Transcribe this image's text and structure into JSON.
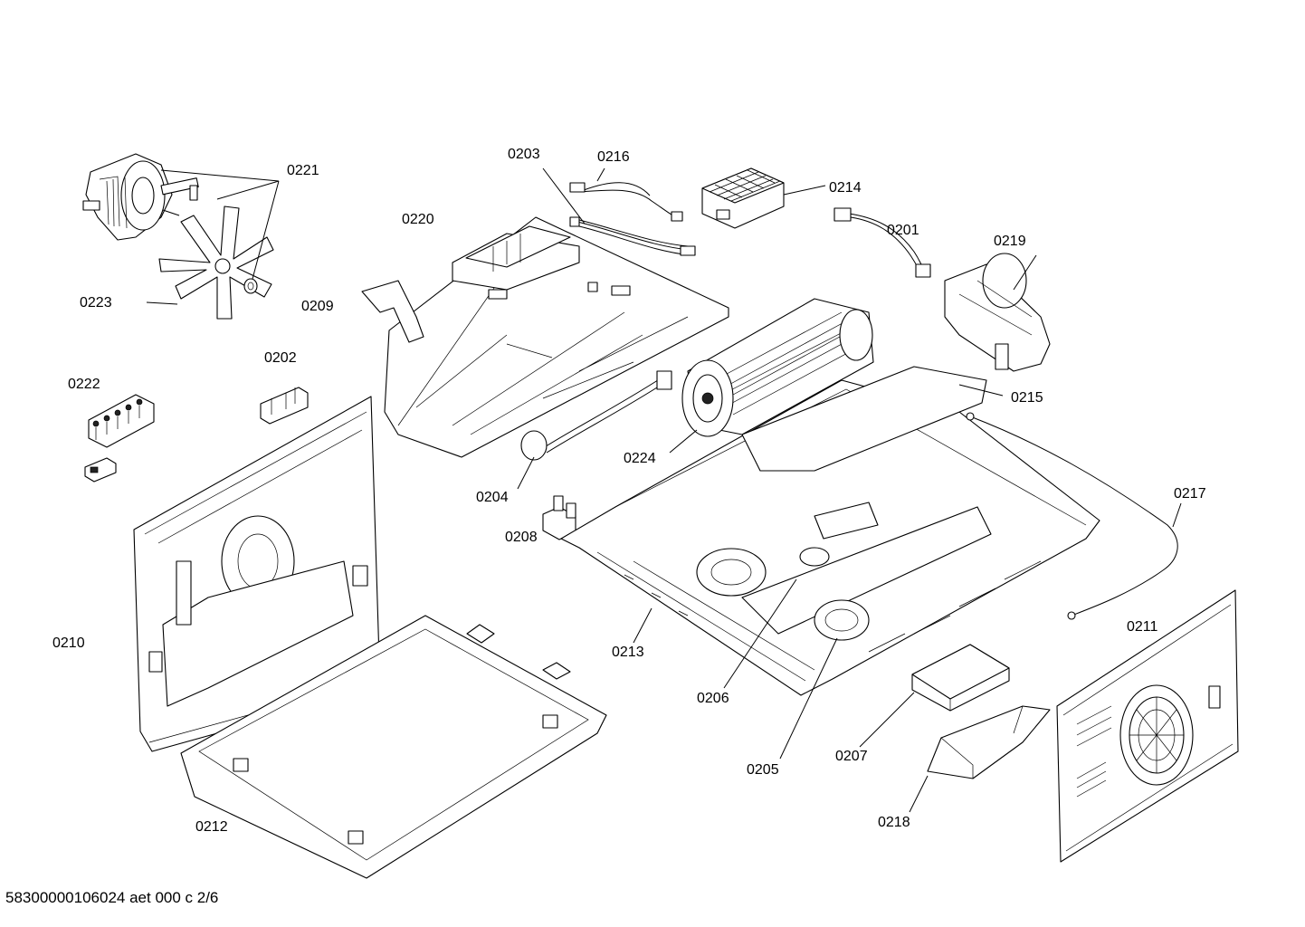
{
  "labels": {
    "l0221": "0221",
    "l0223": "0223",
    "l0203": "0203",
    "l0216": "0216",
    "l0214": "0214",
    "l0220": "0220",
    "l0201": "0201",
    "l0219": "0219",
    "l0209": "0209",
    "l0202": "0202",
    "l0222": "0222",
    "l0215": "0215",
    "l0224": "0224",
    "l0204": "0204",
    "l0217": "0217",
    "l0208": "0208",
    "l0210": "0210",
    "l0211": "0211",
    "l0213": "0213",
    "l0206": "0206",
    "l0205": "0205",
    "l0207": "0207",
    "l0218": "0218",
    "l0212": "0212"
  },
  "footer": {
    "code": "58300000106024 aet 000 c 2/6"
  }
}
